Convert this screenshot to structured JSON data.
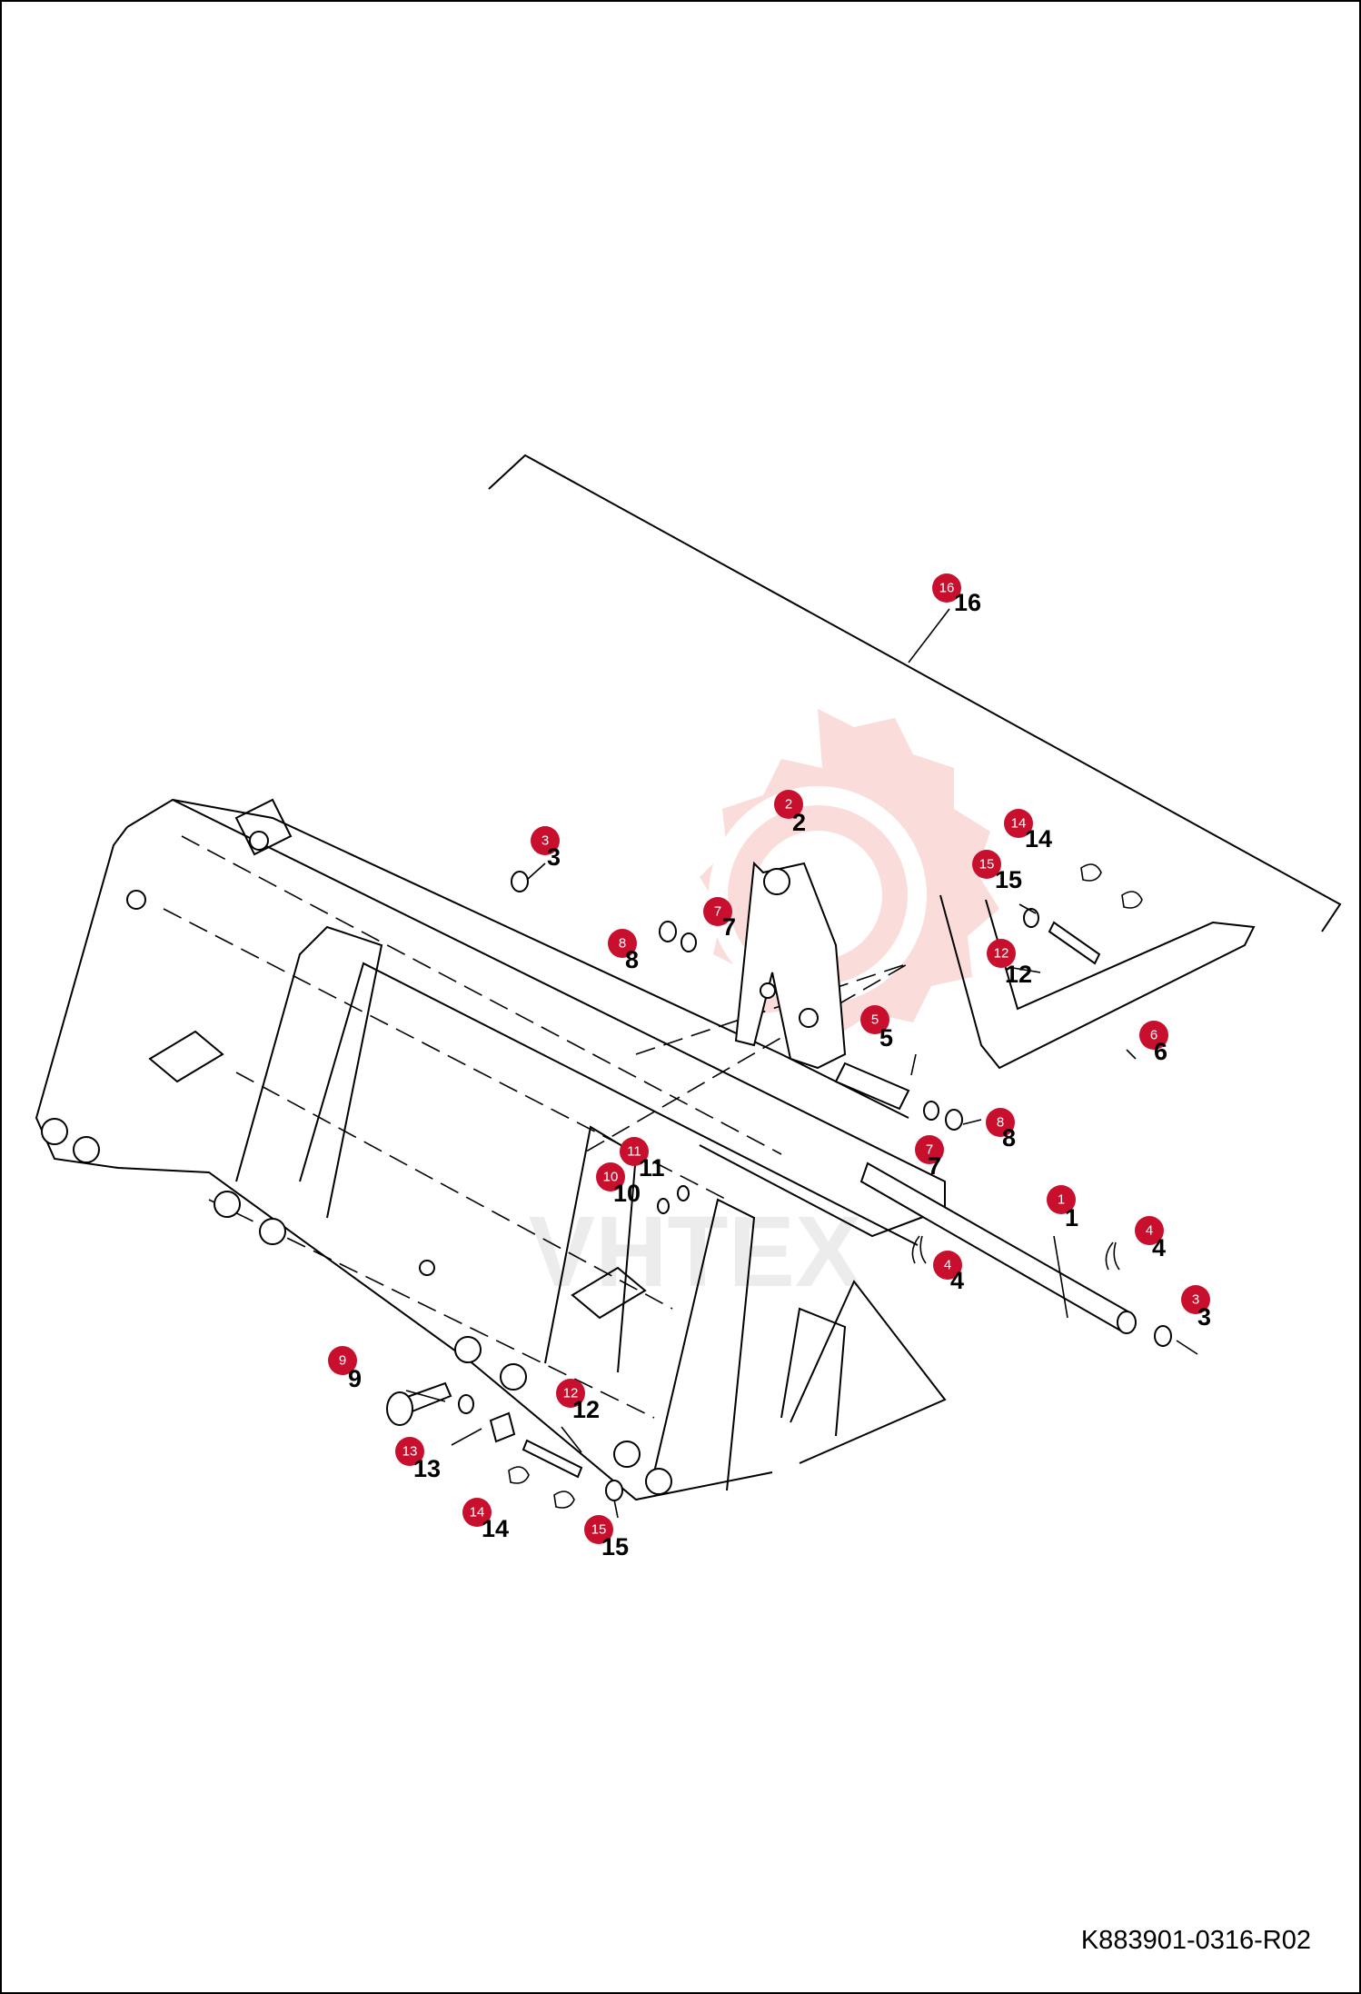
{
  "document_code": "K883901-0316-R02",
  "watermark_text": "VHTEX",
  "accent_color": "#c8102e",
  "callouts": [
    {
      "id": "16",
      "label": "16"
    },
    {
      "id": "2",
      "label": "2"
    },
    {
      "id": "3a",
      "label": "3"
    },
    {
      "id": "14a",
      "label": "14"
    },
    {
      "id": "15a",
      "label": "15"
    },
    {
      "id": "7a",
      "label": "7"
    },
    {
      "id": "8a",
      "label": "8"
    },
    {
      "id": "12a",
      "label": "12"
    },
    {
      "id": "5",
      "label": "5"
    },
    {
      "id": "6",
      "label": "6"
    },
    {
      "id": "8b",
      "label": "8"
    },
    {
      "id": "7b",
      "label": "7"
    },
    {
      "id": "11",
      "label": "11"
    },
    {
      "id": "10",
      "label": "10"
    },
    {
      "id": "1",
      "label": "1"
    },
    {
      "id": "4a",
      "label": "4"
    },
    {
      "id": "4b",
      "label": "4"
    },
    {
      "id": "3b",
      "label": "3"
    },
    {
      "id": "9",
      "label": "9"
    },
    {
      "id": "12b",
      "label": "12"
    },
    {
      "id": "13",
      "label": "13"
    },
    {
      "id": "14b",
      "label": "14"
    },
    {
      "id": "15b",
      "label": "15"
    }
  ]
}
